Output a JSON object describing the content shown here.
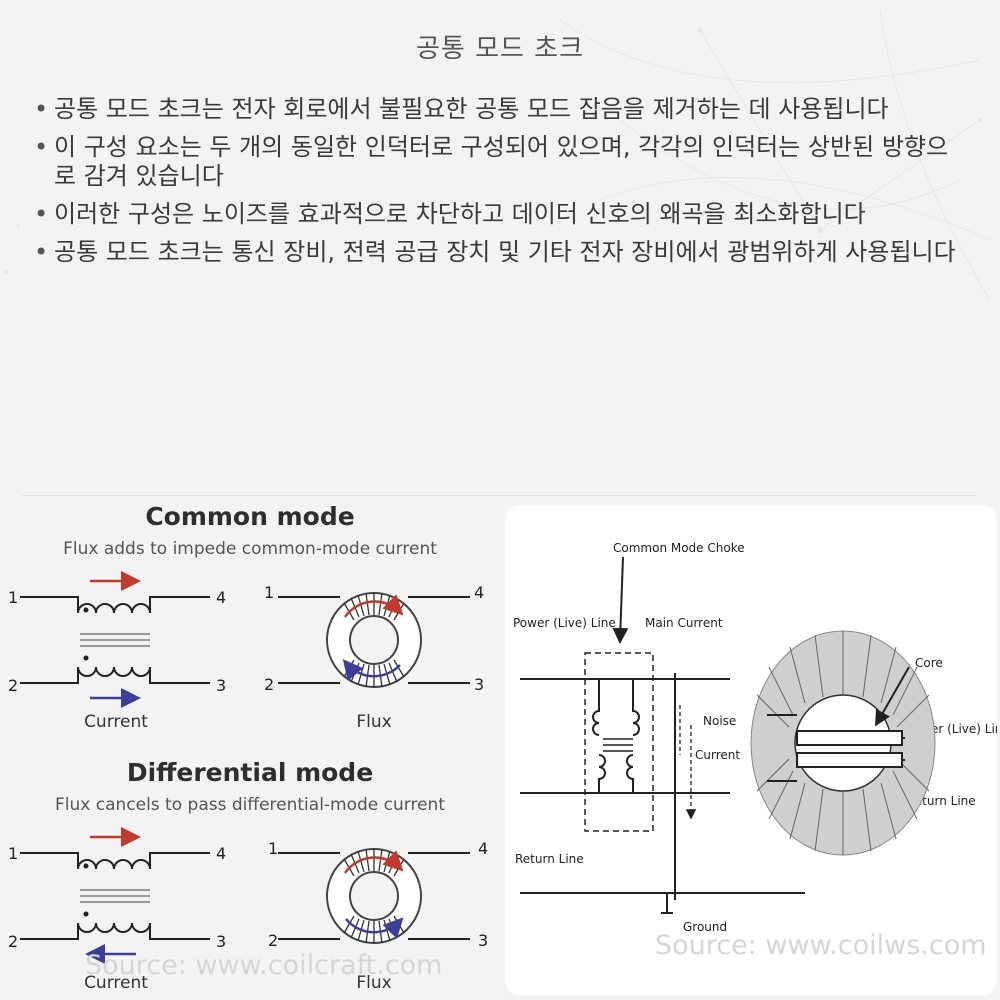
{
  "title": "공통 모드 초크",
  "bullets": [
    "공통 모드 초크는 전자 회로에서 불필요한 공통 모드 잡음을 제거하는 데 사용됩니다",
    "이 구성 요소는 두 개의 동일한 인덕터로 구성되어 있으며, 각각의 인덕터는 상반된 방향으로 감겨 있습니다",
    "이러한 구성은 노이즈를 효과적으로 차단하고 데이터 신호의 왜곡을 최소화합니다",
    "공통 모드 초크는 통신 장비, 전력 공급 장치 및 기타 전자 장비에서 광범위하게 사용됩니다"
  ],
  "left_figure": {
    "common": {
      "heading": "Common mode",
      "subheading": "Flux adds to impede common-mode current",
      "current_label": "Current",
      "flux_label": "Flux"
    },
    "differential": {
      "heading": "Differential mode",
      "subheading": "Flux cancels to pass differential-mode current",
      "current_label": "Current",
      "flux_label": "Flux"
    },
    "pins": [
      "1",
      "2",
      "3",
      "4"
    ],
    "source": "Source: www.coilcraft.com",
    "arrow_red": "#c0392b",
    "arrow_blue": "#3b3f9a"
  },
  "right_figure": {
    "choke_label": "Common Mode Choke",
    "power_line": "Power (Live) Line",
    "main_current": "Main Current",
    "noise_current_1": "Noise",
    "noise_current_2": "Current",
    "return_line": "Return Line",
    "ground": "Ground",
    "core": "Core",
    "power_line_2": "Power (Live) Line",
    "return_line_2": "Return Line",
    "source": "Source: www.coilws.com"
  }
}
